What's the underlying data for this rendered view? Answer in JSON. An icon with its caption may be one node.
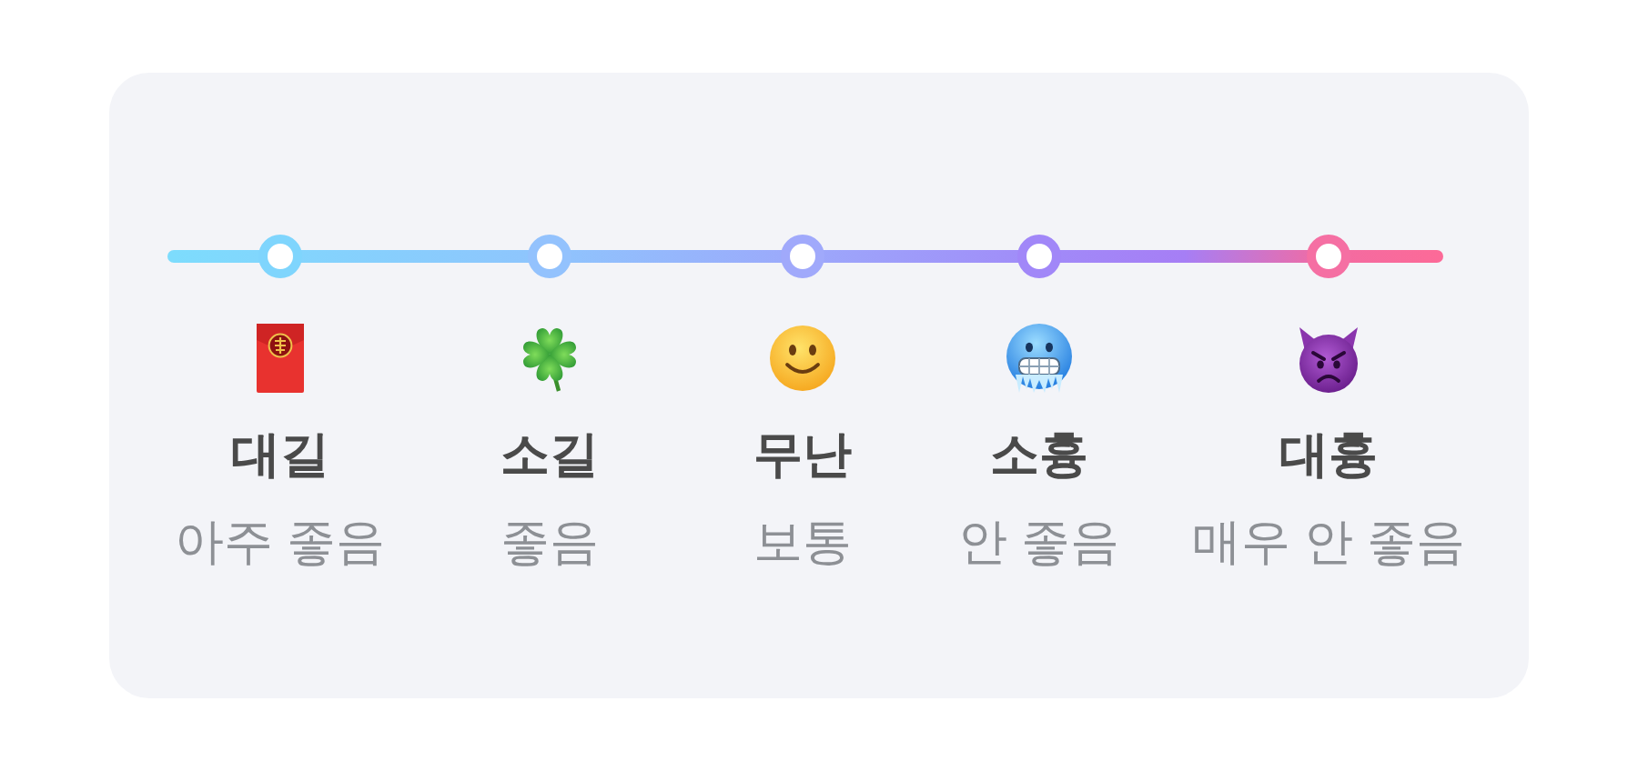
{
  "diagram": {
    "labels": [
      "대길",
      "아주 좋음",
      "소길",
      "좋음",
      "무난",
      "보통",
      "소흉",
      "안 좋음",
      "대흉",
      "매우 안 좋음"
    ]
  }
}
